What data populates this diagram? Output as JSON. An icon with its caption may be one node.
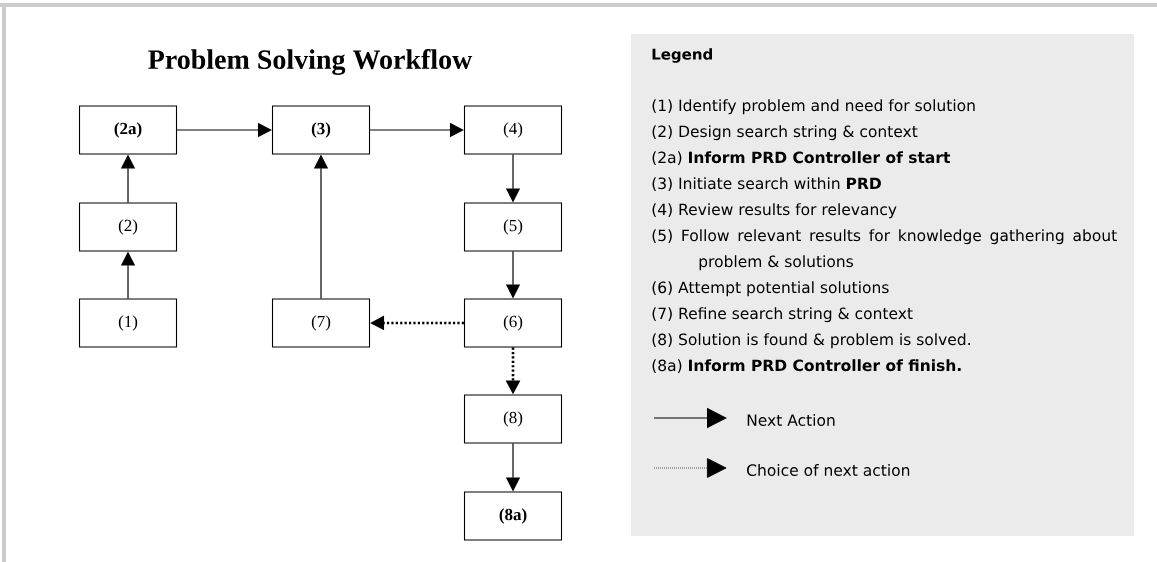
{
  "diagram": {
    "title": "Problem Solving Workflow",
    "nodes": [
      {
        "text": [
          "(2a)"
        ]
      },
      {
        "text": [
          "(3)"
        ]
      },
      {
        "text": [
          "(4)"
        ]
      },
      {
        "text": [
          "(2)"
        ]
      },
      {
        "text": [
          "(5)"
        ]
      },
      {
        "text": [
          "(1)"
        ]
      },
      {
        "text": [
          "(7)"
        ]
      },
      {
        "text": [
          "(6)"
        ]
      },
      {
        "text": [
          "(8)"
        ]
      },
      {
        "text": [
          "(8a)"
        ]
      }
    ],
    "edges": [
      {
        "from": 5,
        "to": 3,
        "arrow": "to"
      },
      {
        "from": 3,
        "to": 0,
        "arrow": "to"
      },
      {
        "from": 0,
        "to": 1,
        "arrow": "to"
      },
      {
        "from": 1,
        "to": 2,
        "arrow": "to"
      },
      {
        "from": 2,
        "to": 4,
        "arrow": "to"
      },
      {
        "from": 4,
        "to": 7,
        "arrow": "to"
      },
      {
        "from": 7,
        "to": 6,
        "arrow": "to",
        "style": "dashed"
      },
      {
        "from": 6,
        "to": 1,
        "arrow": "to"
      },
      {
        "from": 7,
        "to": 8,
        "arrow": "to",
        "style": "dashed"
      },
      {
        "from": 8,
        "to": 9,
        "arrow": "to"
      }
    ],
    "labels": [
      "Legend",
      "(1) Identify problem and need for solution",
      "(2) Design search string & context",
      "(2a) **Inform PRD Controller of start**",
      "(3) Initiate search within **PRD**",
      "(4) Review results for relevancy",
      "(5) Follow relevant results for knowledge gathering about problem & solutions",
      "(6) Attempt potential solutions",
      "(7) Refine search string & context",
      "(8) Solution is found & problem is solved.",
      "(8a) **Inform PRD Controller of finish.**"
    ],
    "legend": [
      {
        "text": "Next Action"
      },
      {
        "text": "Choice of next action"
      }
    ]
  }
}
